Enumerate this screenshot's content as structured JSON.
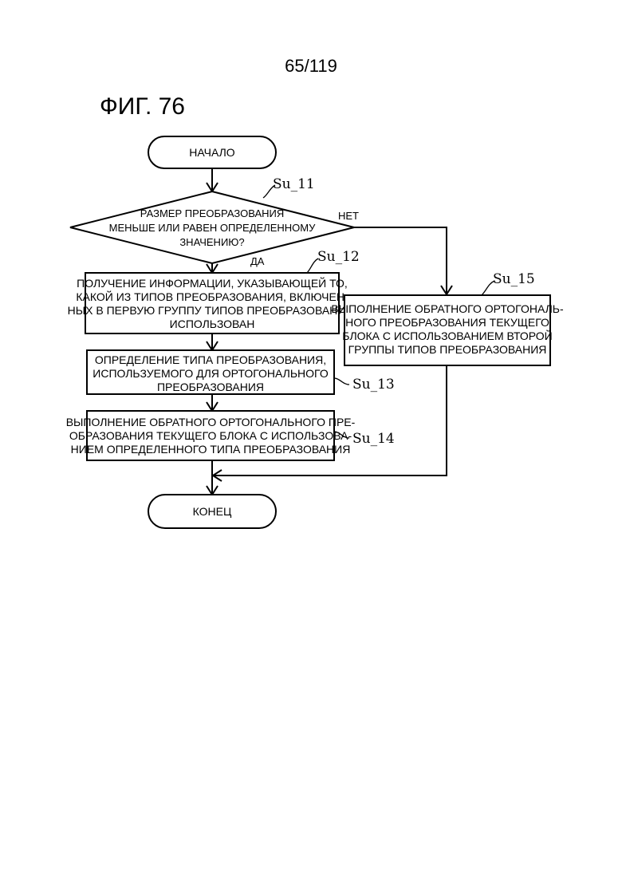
{
  "page": {
    "page_number": "65/119",
    "figure_title": "ФИГ. 76"
  },
  "flowchart": {
    "start": {
      "label": "НАЧАЛО"
    },
    "decision": {
      "step_label": "Su_11",
      "lines": [
        "РАЗМЕР ПРЕОБРАЗОВАНИЯ",
        "МЕНЬШЕ ИЛИ РАВЕН ОПРЕДЕЛЕННОМУ",
        "ЗНАЧЕНИЮ?"
      ],
      "yes_label": "ДА",
      "no_label": "НЕТ"
    },
    "step_12": {
      "step_label": "Su_12",
      "lines": [
        "ПОЛУЧЕНИЕ ИНФОРМАЦИИ, УКАЗЫВАЮЩЕЙ ТО,",
        "КАКОЙ ИЗ ТИПОВ ПРЕОБРАЗОВАНИЯ, ВКЛЮЧЕН-",
        "НЫХ В ПЕРВУЮ ГРУППУ ТИПОВ ПРЕОБРАЗОВАНИЯ,",
        "ИСПОЛЬЗОВАН"
      ]
    },
    "step_13": {
      "step_label": "Su_13",
      "lines": [
        "ОПРЕДЕЛЕНИЕ ТИПА ПРЕОБРАЗОВАНИЯ,",
        "ИСПОЛЬЗУЕМОГО ДЛЯ ОРТОГОНАЛЬНОГО",
        "ПРЕОБРАЗОВАНИЯ"
      ]
    },
    "step_14": {
      "step_label": "Su_14",
      "lines": [
        "ВЫПОЛНЕНИЕ ОБРАТНОГО ОРТОГОНАЛЬНОГО ПРЕ-",
        "ОБРАЗОВАНИЯ ТЕКУЩЕГО БЛОКА С ИСПОЛЬЗОВА-",
        "НИЕМ ОПРЕДЕЛЕННОГО ТИПА ПРЕОБРАЗОВАНИЯ"
      ]
    },
    "step_15": {
      "step_label": "Su_15",
      "lines": [
        "ВЫПОЛНЕНИЕ ОБРАТНОГО ОРТОГОНАЛЬ-",
        "НОГО ПРЕОБРАЗОВАНИЯ ТЕКУЩЕГО",
        "БЛОКА С ИСПОЛЬЗОВАНИЕМ ВТОРОЙ",
        "ГРУППЫ ТИПОВ ПРЕОБРАЗОВАНИЯ"
      ]
    },
    "end": {
      "label": "КОНЕЦ"
    }
  }
}
